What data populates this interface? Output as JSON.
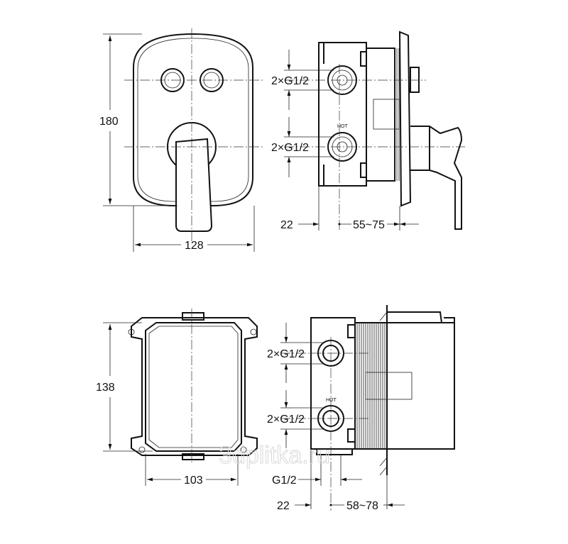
{
  "front_view": {
    "height_label": "180",
    "width_label": "128"
  },
  "side_view": {
    "port_top_label": "2×G1/2",
    "port_bottom_label": "2×G1/2",
    "hot_label": "HOT",
    "depth_min_label": "22",
    "depth_range_label": "55~75"
  },
  "box_front_view": {
    "height_label": "138",
    "width_label": "103"
  },
  "box_side_view": {
    "port_top_label": "2×G1/2",
    "port_bottom_label": "2×G1/2",
    "hot_label": "HOT",
    "thread_label": "G1/2",
    "depth_min_label": "22",
    "depth_range_label": "58~78"
  },
  "watermark": "3dplitka.ru"
}
